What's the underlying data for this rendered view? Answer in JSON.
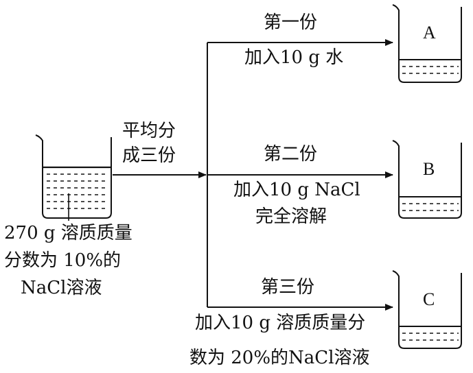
{
  "source": {
    "desc_line1": "270 g 溶质质量",
    "desc_line2": "分数为 10%的",
    "desc_line3": "NaCl溶液"
  },
  "split": {
    "line1": "平均分",
    "line2": "成三份"
  },
  "branches": [
    {
      "title": "第一份",
      "action_line1": "加入10 g 水",
      "action_line2": "",
      "beaker": "A"
    },
    {
      "title": "第二份",
      "action_line1": "加入10 g NaCl",
      "action_line2": "完全溶解",
      "beaker": "B"
    },
    {
      "title": "第三份",
      "action_line1": "加入10 g 溶质质量分",
      "action_line2": "数为 20%的NaCl溶液",
      "beaker": "C"
    }
  ],
  "colors": {
    "ink": "#111111",
    "background": "#ffffff"
  }
}
